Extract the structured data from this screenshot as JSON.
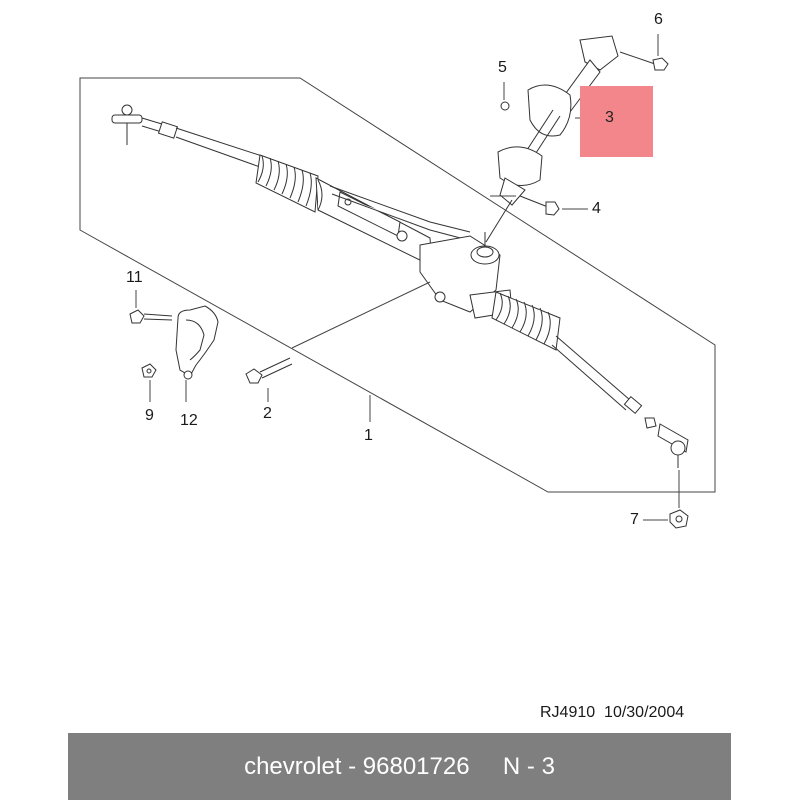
{
  "callouts": {
    "c1": "1",
    "c2": "2",
    "c3": "3",
    "c4": "4",
    "c5": "5",
    "c6": "6",
    "c7": "7",
    "c9": "9",
    "c11": "11",
    "c12": "12"
  },
  "highlight": {
    "label": "3",
    "color": "#f3868b"
  },
  "doc_ref": "RJ4910  10/30/2004",
  "footer": {
    "text": "chevrolet - 96801726     N - 3",
    "background": "#7f7f7f"
  }
}
